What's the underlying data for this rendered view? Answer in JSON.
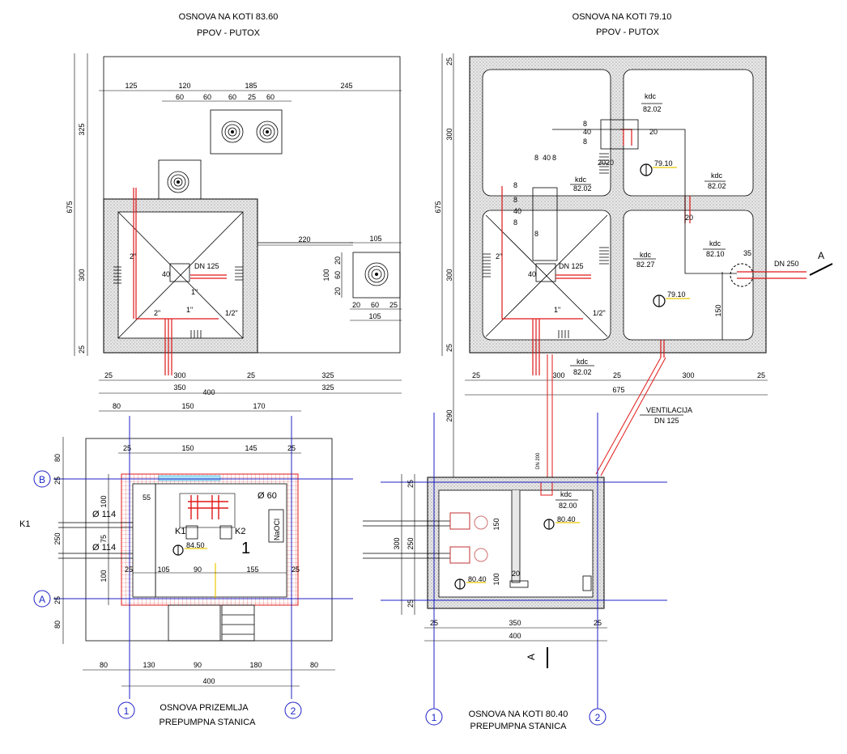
{
  "titles": {
    "top_left": [
      "OSNOVA NA KOTI  83.60",
      "PPOV - PUTOX"
    ],
    "top_right": [
      "OSNOVA NA KOTI  79.10",
      "PPOV - PUTOX"
    ],
    "bottom_left": [
      "OSNOVA PRIZEMLJA",
      "PREPUMPNA STANICA"
    ],
    "bottom_right": [
      "OSNOVA NA KOTI 80.40",
      "PREPUMPNA STANICA"
    ]
  },
  "axes": {
    "one": "1",
    "two": "2",
    "a": "A",
    "b": "B",
    "k1": "K1",
    "section": "A"
  },
  "top_left": {
    "dims_top": [
      "125",
      "120",
      "185",
      "245"
    ],
    "dims_top2": [
      "60",
      "60",
      "60",
      "25",
      "60"
    ],
    "dims_left": [
      "325",
      "675",
      "300",
      "25"
    ],
    "dims_bottom1": [
      "25",
      "300",
      "25",
      "325"
    ],
    "dims_bottom2": [
      "350",
      "400",
      "325"
    ],
    "dims_side": [
      "220",
      "105",
      "20",
      "60",
      "20",
      "100",
      "20",
      "60",
      "25",
      "105"
    ],
    "labels": [
      "DN 125",
      "2\"",
      "1\"",
      "1/2\"",
      "40",
      "1\"",
      "2\""
    ]
  },
  "top_right": {
    "dims_left": [
      "25",
      "300",
      "675",
      "300",
      "25",
      "290"
    ],
    "dims_bottom1": [
      "25",
      "300",
      "25",
      "300",
      "25"
    ],
    "dims_bottom2": [
      "675"
    ],
    "levels": [
      "79.10",
      "79.10"
    ],
    "kdc": [
      {
        "k": "kdc",
        "v": "82.02"
      },
      {
        "k": "kdc",
        "v": "82.02"
      },
      {
        "k": "kdc",
        "v": "82.02"
      },
      {
        "k": "kdc",
        "v": "82.27"
      },
      {
        "k": "kdc",
        "v": "82.10"
      },
      {
        "k": "kdc",
        "v": "82.02"
      }
    ],
    "labels": [
      "DN 125",
      "DN 250",
      "VENTILACIJA",
      "DN 125",
      "DN 200",
      "35",
      "150",
      "20",
      "2\"",
      "1\"",
      "1/2\"",
      "40"
    ],
    "small_dims": [
      "8",
      "40",
      "8",
      "8",
      "20",
      "20",
      "8",
      "8",
      "40",
      "8",
      "40",
      "8",
      "8",
      "20"
    ]
  },
  "bottom_left": {
    "dims_top": [
      "80",
      "150",
      "170"
    ],
    "dims_top2": [
      "25",
      "150",
      "145",
      "25"
    ],
    "dims_left": [
      "80",
      "25",
      "100",
      "250",
      "75",
      "100",
      "25",
      "80"
    ],
    "dims_inner": [
      "55",
      "25",
      "105",
      "90",
      "155",
      "25"
    ],
    "dims_bottom": [
      "80",
      "130",
      "90",
      "180",
      "80"
    ],
    "dims_bottom2": [
      "400"
    ],
    "pipes": [
      "Ø 114",
      "Ø 114"
    ],
    "labels": [
      "Ø 60",
      "NaOCl",
      "K1",
      "K2",
      "84.50",
      "1"
    ]
  },
  "bottom_right": {
    "dims_left": [
      "25",
      "300",
      "250",
      "25",
      "150",
      "100",
      "20"
    ],
    "dims_bottom": [
      "25",
      "350",
      "25"
    ],
    "dims_bottom2": [
      "400"
    ],
    "kdc": {
      "k": "kdc",
      "v": "82.00"
    },
    "levels": [
      "80.40",
      "80.40"
    ]
  }
}
